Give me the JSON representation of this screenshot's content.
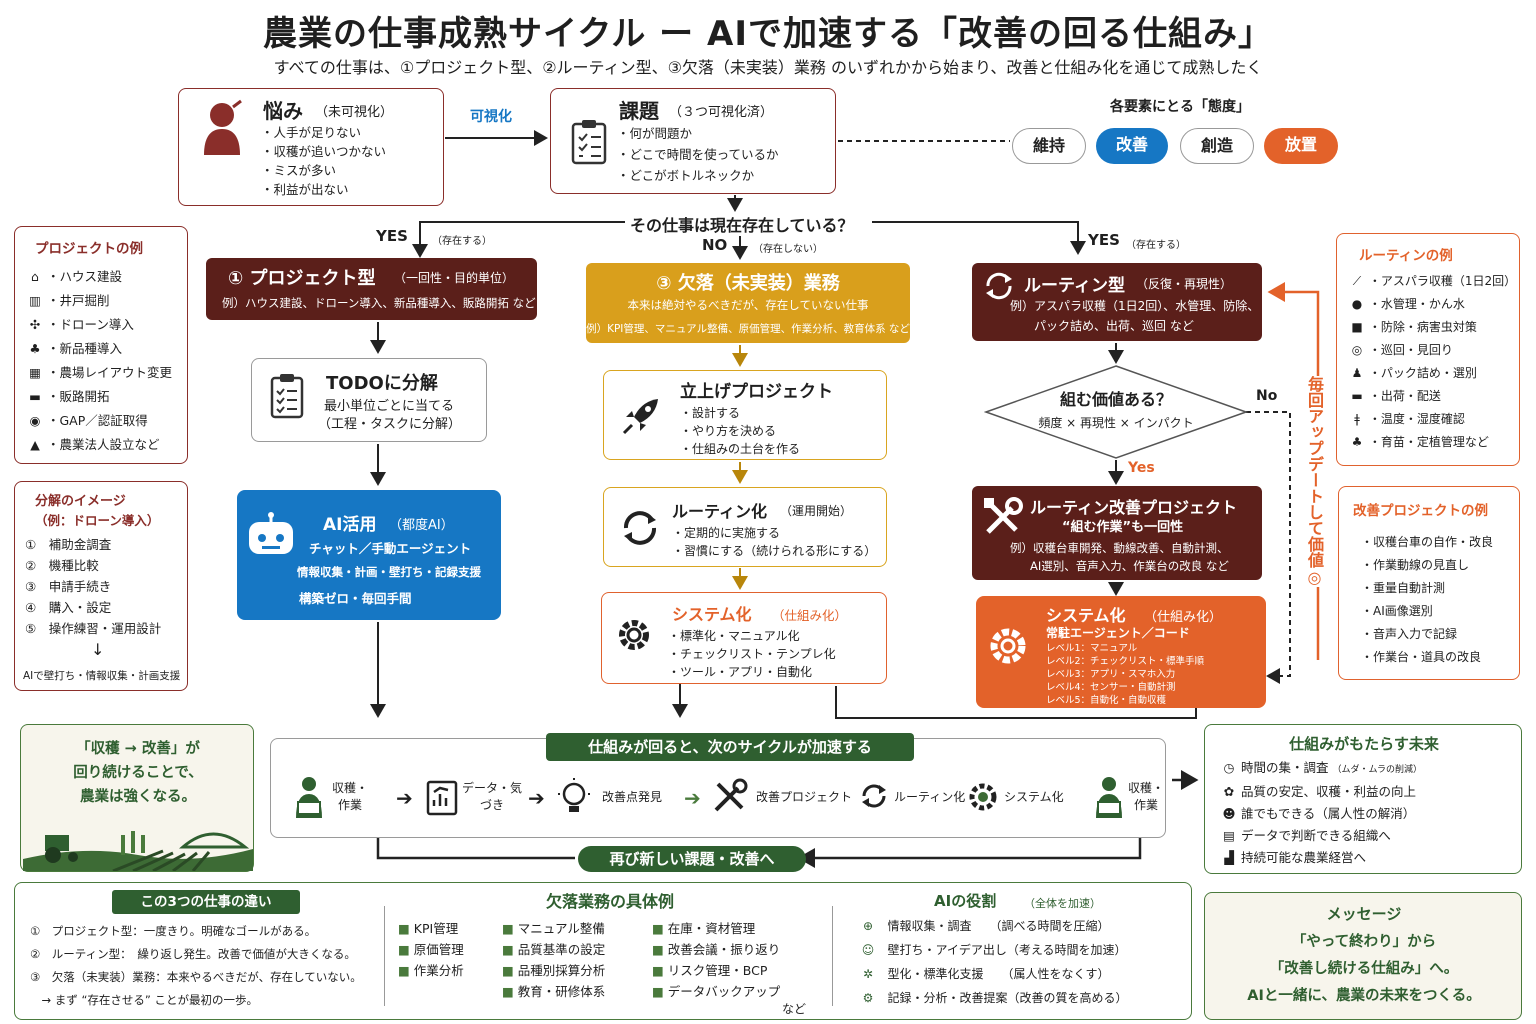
{
  "title": "農業の仕事成熟サイクル ー AIで加速する「改善の回る仕組み」",
  "subtitle": "すべての仕事は、①プロジェクト型、②ルーティン型、③欠落（未実装）業務 のいずれかから始まり、改善と仕組み化を通じて成熟したく",
  "nayami": {
    "title": "悩み",
    "note": "（未可視化）",
    "items": [
      "・人手が足りない",
      "・収穫が追いつかない",
      "・ミスが多い",
      "・利益が出ない"
    ]
  },
  "kashika": "可視化",
  "kadai": {
    "title": "課題",
    "note": "（３つ可視化済）",
    "items": [
      "・何が問題か",
      "・どこで時間を使っているか",
      "・どこがボトルネックか"
    ]
  },
  "attitude": {
    "title": "各要素にとる「態度」",
    "pills": [
      "維持",
      "改善",
      "創造",
      "放置"
    ]
  },
  "question": "その仕事は現在存在している？",
  "yes_left": "YES",
  "yes_left_note": "（存在する）",
  "no_mid": "NO",
  "no_mid_note": "（存在しない）",
  "yes_right": "YES",
  "yes_right_note": "（存在する）",
  "proj_examples": {
    "title": "プロジェクトの例",
    "items": [
      "・ハウス建設",
      "・井戸掘削",
      "・ドローン導入",
      "・新品種導入",
      "・農場レイアウト変更",
      "・販路開拓",
      "・GAP／認証取得",
      "・農業法人設立など"
    ]
  },
  "decomp_image": {
    "title": "分解のイメージ",
    "sub": "（例：ドローン導入）",
    "items": [
      "①　補助金調査",
      "②　機種比較",
      "③　申請手続き",
      "④　購入・設定",
      "⑤　操作練習・運用設計"
    ],
    "footer": "AIで壁打ち・情報収集・計画支援"
  },
  "project_type": {
    "title": "① プロジェクト型",
    "note": "（一回性・目的単位）",
    "desc": "例）ハウス建設、ドローン導入、新品種導入、販路開拓 など"
  },
  "todo": {
    "title": "TODOに分解",
    "desc1": "最小単位ごとに当てる",
    "desc2": "（工程・タスクに分解）"
  },
  "ai_use": {
    "title": "AI活用",
    "note": "（都度AI）",
    "l1": "チャット／手動エージェント",
    "l2": "情報収集・計画・壁打ち・記録支援",
    "l3": "構築ゼロ・毎回手間"
  },
  "missing": {
    "title": "③ 欠落（未実装）業務",
    "l1": "本来は絶対やるべきだが、存在していない仕事",
    "l2": "例）KPI管理、マニュアル整備、原価管理、作業分析、教育体系 など"
  },
  "launch": {
    "title": "立上げプロジェクト",
    "items": [
      "・設計する",
      "・やり方を決める",
      "・仕組みの土台を作る"
    ]
  },
  "routinize": {
    "title": "ルーティン化",
    "note": "（運用開始）",
    "items": [
      "・定期的に実施する",
      "・習慣にする（続けられる形にする）"
    ]
  },
  "system_mid": {
    "title": "システム化",
    "note": "（仕組み化）",
    "items": [
      "・標準化・マニュアル化",
      "・チェックリスト・テンプレ化",
      "・ツール・アプリ・自動化"
    ]
  },
  "routine_type": {
    "title": "ルーティン型",
    "note": "（反復・再現性）",
    "l1": "例）アスパラ収穫（1日2回）、水管理、防除、",
    "l2": "パック詰め、出荷、巡回 など"
  },
  "worth": {
    "title": "組む価値ある？",
    "sub": "頻度 × 再現性 × インパクト",
    "yes": "Yes",
    "no": "No"
  },
  "routine_improve": {
    "title": "ルーティン改善プロジェクト",
    "sub": "“組む作業”も一回性",
    "l1": "例）収穫台車開発、動線改善、自動計測、",
    "l2": "AI選別、音声入力、作業台の改良 など"
  },
  "system_right": {
    "title": "システム化",
    "note": "（仕組み化）",
    "sub": "常駐エージェント／コード",
    "levels": [
      "レベル1：マニュアル",
      "レベル2：チェックリスト・標準手順",
      "レベル3：アプリ・スマホ入力",
      "レベル4：センサー・自動計測",
      "レベル5：自動化・自動収穫"
    ]
  },
  "update_label": "毎回アップデートして価値◎",
  "routine_examples": {
    "title": "ルーティンの例",
    "items": [
      "・アスパラ収穫（1日2回）",
      "・水管理・かん水",
      "・防除・病害虫対策",
      "・巡回・見回り",
      "・パック詰め・選別",
      "・出荷・配送",
      "・温度・湿度確認",
      "・育苗・定植管理など"
    ]
  },
  "improve_examples": {
    "title": "改善プロジェクトの例",
    "items": [
      "・収穫台車の自作・改良",
      "・作業動線の見直し",
      "・重量自動計測",
      "・AI画像選別",
      "・音声入力で記録",
      "・作業台・道具の改良"
    ]
  },
  "harvest_msg": {
    "l1": "「収穫 → 改善」が",
    "l2": "回り続けることで、",
    "l3": "農業は強くなる。"
  },
  "cycle": {
    "banner": "仕組みが回ると、次のサイクルが加速する",
    "steps": [
      "収穫・作業",
      "データ・気づき",
      "改善点発見",
      "改善プロジェクト",
      "ルーティン化",
      "システム化",
      "収穫・作業"
    ],
    "again": "再び新しい課題・改善へ"
  },
  "future": {
    "title": "仕組みがもたらす未来",
    "items": [
      "時間の集・調査",
      "品質の安定、収穫・利益の向上",
      "誰でもできる（属人性の解消）",
      "データで判断できる組織へ",
      "持続可能な農業経営へ"
    ],
    "note0": "（ムダ・ムラの削減）"
  },
  "diff": {
    "title": "この3つの仕事の違い",
    "items": [
      "①　プロジェクト型：一度きり。明確なゴールがある。",
      "②　ルーティン型：　繰り返し発生。改善で価値が大きくなる。",
      "③　欠落（未実装）業務：本来やるべきだが、存在していない。",
      "　→ まず “存在させる” ことが最初の一歩。"
    ]
  },
  "missing_examples": {
    "title": "欠落業務の具体例",
    "col1": [
      "KPI管理",
      "原価管理",
      "作業分析"
    ],
    "col2": [
      "マニュアル整備",
      "品質基準の設定",
      "品種別採算分析",
      "教育・研修体系"
    ],
    "col3": [
      "在庫・資材管理",
      "改善会議・振り返り",
      "リスク管理・BCP",
      "データバックアップ"
    ],
    "tail": "など"
  },
  "ai_role": {
    "title": "AIの役割",
    "note": "（全体を加速）",
    "items": [
      "情報収集・調査　　（調べる時間を圧縮）",
      "壁打ち・アイデア出し（考える時間を加速）",
      "型化・標準化支援　　（属人性をなくす）",
      "記録・分析・改善提案（改善の質を高める）"
    ]
  },
  "message": {
    "title": "メッセージ",
    "l1": "「やって終わり」から",
    "l2": "「改善し続ける仕組み」へ。",
    "l3": "AIと一緒に、農業の未来をつくる。"
  },
  "colors": {
    "dark": "#5b1f1a",
    "gold": "#d99f1c",
    "blue": "#1677c4",
    "orange": "#e3622a",
    "green": "#2f5f30"
  }
}
